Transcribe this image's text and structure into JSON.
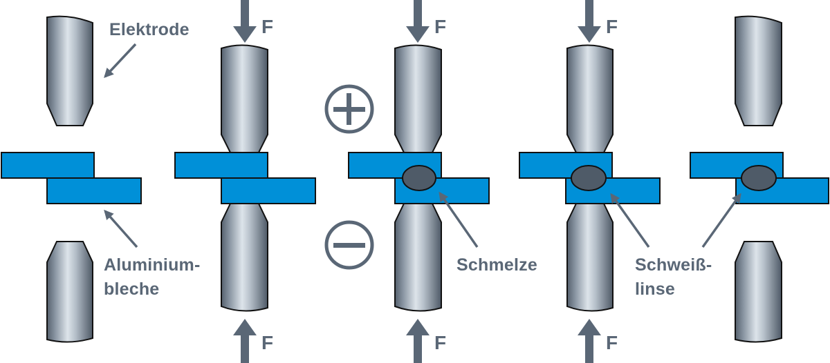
{
  "labels": {
    "electrode": "Elektrode",
    "sheets_line1": "Aluminium-",
    "sheets_line2": "bleche",
    "melt": "Schmelze",
    "nugget_line1": "Schweiß-",
    "nugget_line2": "linse",
    "force": "F"
  },
  "symbols": {
    "positive": "plus-symbol",
    "negative": "minus-symbol"
  },
  "colors": {
    "sheet": "#0090d8",
    "electrode_dark": "#55606d",
    "electrode_light": "#dde4ea",
    "label": "#5a6776",
    "nugget": "#4f5b68",
    "outline": "#111111"
  },
  "stages": [
    {
      "name": "stage-1-open",
      "electrodes_closed": false,
      "force": false,
      "nugget": false
    },
    {
      "name": "stage-2-pressing",
      "electrodes_closed": true,
      "force": true,
      "nugget": false
    },
    {
      "name": "stage-3-melting",
      "electrodes_closed": true,
      "force": true,
      "nugget": true
    },
    {
      "name": "stage-4-holding",
      "electrodes_closed": true,
      "force": true,
      "nugget": true
    },
    {
      "name": "stage-5-released",
      "electrodes_closed": false,
      "force": false,
      "nugget": true
    }
  ]
}
